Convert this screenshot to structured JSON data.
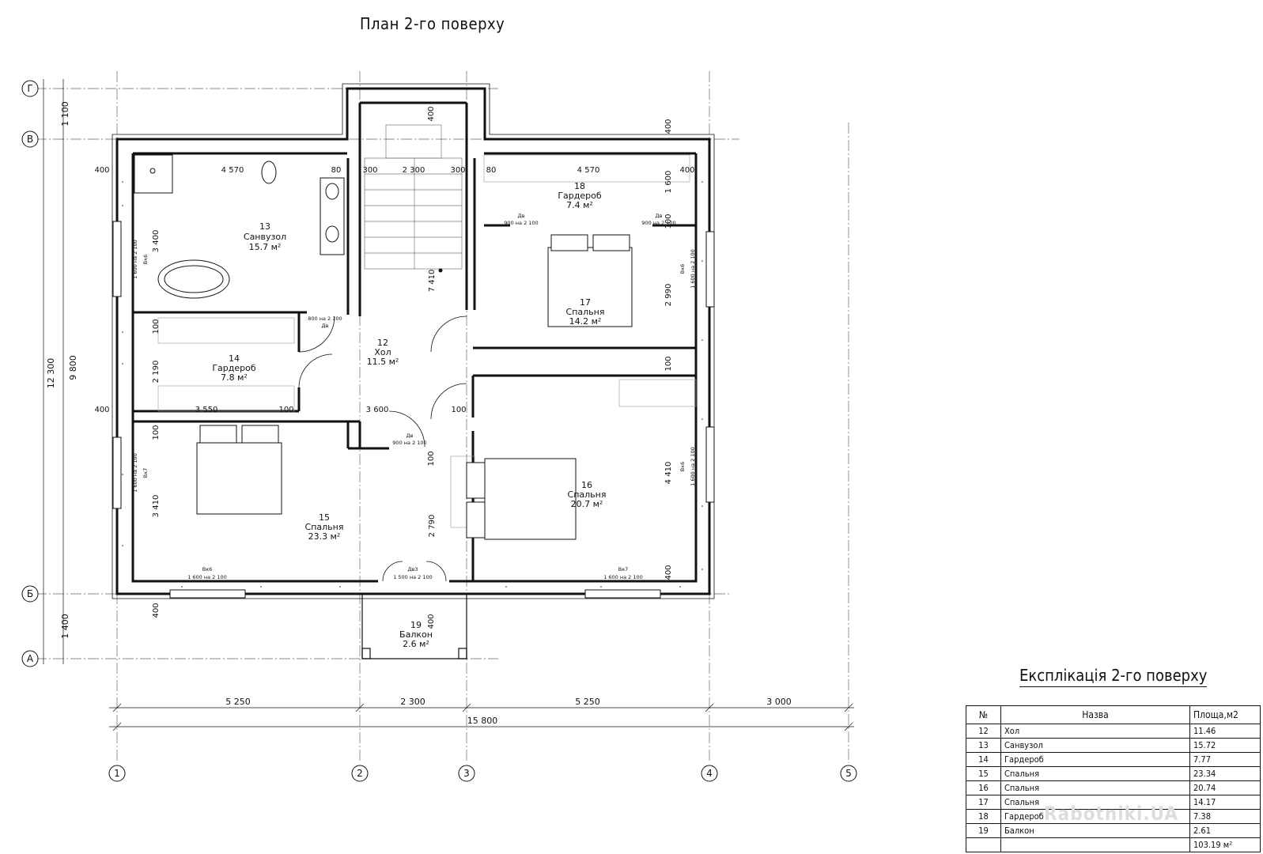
{
  "plan": {
    "title": "План 2-го поверху",
    "axes_letters": [
      {
        "key": "gamma",
        "label": "Г"
      },
      {
        "key": "v",
        "label": "В"
      },
      {
        "key": "b",
        "label": "Б"
      },
      {
        "key": "a",
        "label": "А"
      }
    ],
    "axes_numbers": [
      "1",
      "2",
      "3",
      "4",
      "5"
    ],
    "dims_bottom": [
      "5 250",
      "2 300",
      "5 250",
      "3 000"
    ],
    "dim_total_bottom": "15 800",
    "dims_left": [
      "1 100",
      "9 800",
      "12 300",
      "1 400"
    ],
    "rooms": [
      {
        "id": "12",
        "name": "Хол",
        "area": "11.5 м²"
      },
      {
        "id": "13",
        "name": "Санвузол",
        "area": "15.7 м²"
      },
      {
        "id": "14",
        "name": "Гардероб",
        "area": "7.8 м²"
      },
      {
        "id": "15",
        "name": "Спальня",
        "area": "23.3 м²"
      },
      {
        "id": "16",
        "name": "Спальня",
        "area": "20.7 м²"
      },
      {
        "id": "17",
        "name": "Спальня",
        "area": "14.2 м²"
      },
      {
        "id": "18",
        "name": "Гардероб",
        "area": "7.4 м²"
      },
      {
        "id": "19",
        "name": "Балкон",
        "area": "2.6 м²"
      }
    ],
    "inner_dims": {
      "d400": "400",
      "d4570": "4 570",
      "d80": "80",
      "d300": "300",
      "d2300": "2 300",
      "d3400": "3 400",
      "d1600": "1 600",
      "d100": "100",
      "d2190": "2 190",
      "d3550": "3 550",
      "d3600": "3 600",
      "d3410": "3 410",
      "d2790": "2 790",
      "d7410": "7 410",
      "d2990": "2 990",
      "d4410": "4 410"
    },
    "labels": {
      "vk6": "Вк6",
      "vk7": "Вк7",
      "win": "1 600 на 2 100",
      "dv": "Дв",
      "dv3": "Дв3",
      "door900": "900 на 2 100",
      "door800": "800 на 2 100",
      "door1500": "1 500 на 2 100"
    }
  },
  "explication": {
    "title": "Експлікація 2-го поверху",
    "headers": [
      "№",
      "Назва",
      "Площа,м2"
    ],
    "rows": [
      {
        "n": "12",
        "name": "Хол",
        "area": "11.46"
      },
      {
        "n": "13",
        "name": "Санвузол",
        "area": "15.72"
      },
      {
        "n": "14",
        "name": "Гардероб",
        "area": "7.77"
      },
      {
        "n": "15",
        "name": "Спальня",
        "area": "23.34"
      },
      {
        "n": "16",
        "name": "Спальня",
        "area": "20.74"
      },
      {
        "n": "17",
        "name": "Спальня",
        "area": "14.17"
      },
      {
        "n": "18",
        "name": "Гардероб",
        "area": "7.38"
      },
      {
        "n": "19",
        "name": "Балкон",
        "area": "2.61"
      }
    ],
    "total": "103.19 м²"
  },
  "watermark": "Rabotniki.UA"
}
